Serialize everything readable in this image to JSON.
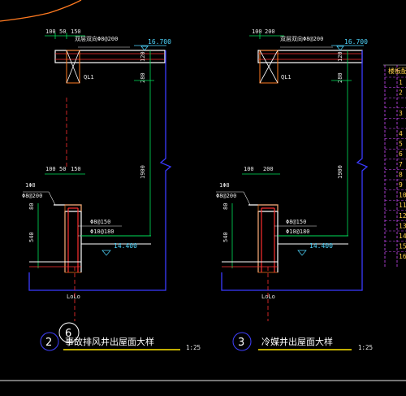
{
  "colors": {
    "background": "#000000",
    "wall": "#3a3aff",
    "dimension": "#00e05a",
    "concrete": "#ffffff",
    "rebar": "#ff3030",
    "title_underline": "#ffe600",
    "level": "#4fd7ff",
    "hatch": "#ff7a20"
  },
  "detail_left": {
    "top_dims": [
      "100",
      "50",
      "150"
    ],
    "rebar_note_top": "双层双向Φ8@200",
    "level_top": "16.700",
    "dim_120": "120",
    "dim_280": "280",
    "dim_1900": "1900",
    "column_tag": "QL1",
    "lower_dims": [
      "100",
      "50",
      "150"
    ],
    "lower_note_1": "1Φ8",
    "lower_note_2": "Φ8@200",
    "bar_note_1": "Φ8@150",
    "bar_note_2": "Φ10@180",
    "dim_540": "540",
    "dim_80": "80",
    "level_bottom": "14.400",
    "column_label": "LoLo",
    "axis_number": "6",
    "title_number": "2",
    "title": "事故排风井出屋面大样",
    "scale": "1:25"
  },
  "detail_right": {
    "top_dims": [
      "100",
      "200"
    ],
    "rebar_note_top": "双层双向Φ8@200",
    "level_top": "16.700",
    "dim_120": "120",
    "dim_280": "280",
    "dim_1900": "1900",
    "column_tag": "QL1",
    "lower_dims": [
      "100",
      "200"
    ],
    "lower_note_1": "1Φ8",
    "lower_note_2": "Φ8@200",
    "bar_note_1": "Φ8@150",
    "bar_note_2": "Φ10@180",
    "dim_540": "540",
    "dim_80": "80",
    "level_bottom": "14.400",
    "column_label": "LoLo",
    "title_number": "3",
    "title": "冷媒井出屋面大样",
    "scale": "1:25"
  },
  "side_table": {
    "header": "楼板配",
    "rows": [
      "1",
      "2",
      "",
      "3",
      "",
      "4",
      "5",
      "6",
      "7",
      "8",
      "9",
      "10",
      "11",
      "12",
      "13",
      "14",
      "15",
      "16"
    ]
  }
}
